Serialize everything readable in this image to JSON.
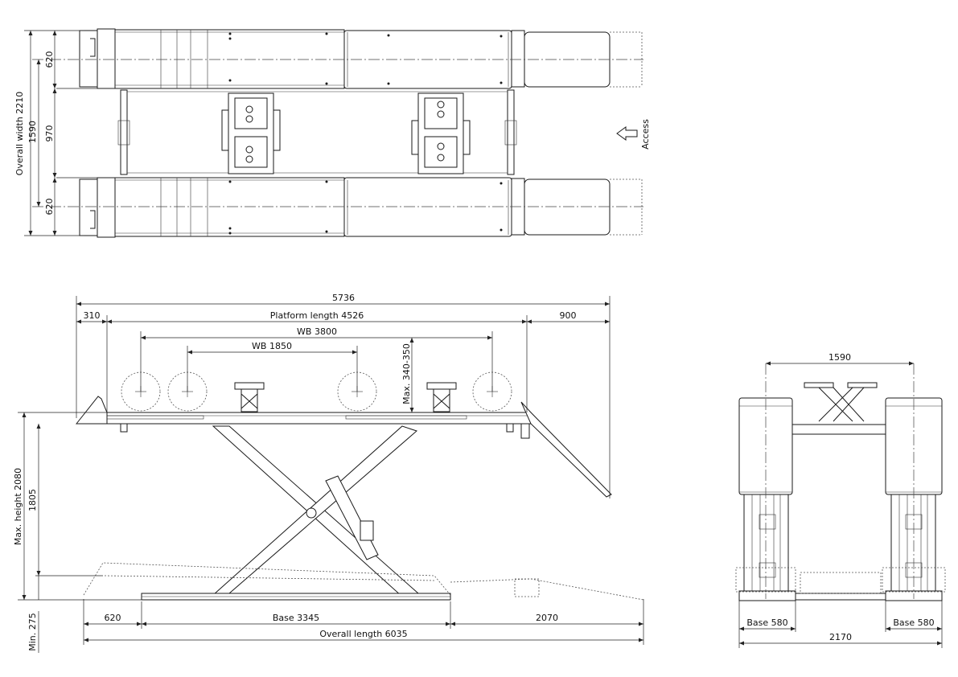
{
  "top_view": {
    "overall_width": "Overall width 2210",
    "track_1590": "1590",
    "gap_970": "970",
    "platform_620_top": "620",
    "platform_620_bottom": "620",
    "access": "Access"
  },
  "side_view": {
    "overall_5736": "5736",
    "dim_310": "310",
    "platform_length": "Platform length 4526",
    "dim_900": "900",
    "wb_3800": "WB 3800",
    "wb_1850": "WB 1850",
    "max_pad": "Max. 340-350",
    "max_height": "Max. height 2080",
    "height_1805": "1805",
    "min_height": "Min. 275",
    "dim_620": "620",
    "base_3345": "Base 3345",
    "dim_2070": "2070",
    "overall_length": "Overall length 6035"
  },
  "end_view": {
    "track_1590": "1590",
    "base_left": "Base 580",
    "base_right": "Base 580",
    "overall_2170": "2170"
  }
}
